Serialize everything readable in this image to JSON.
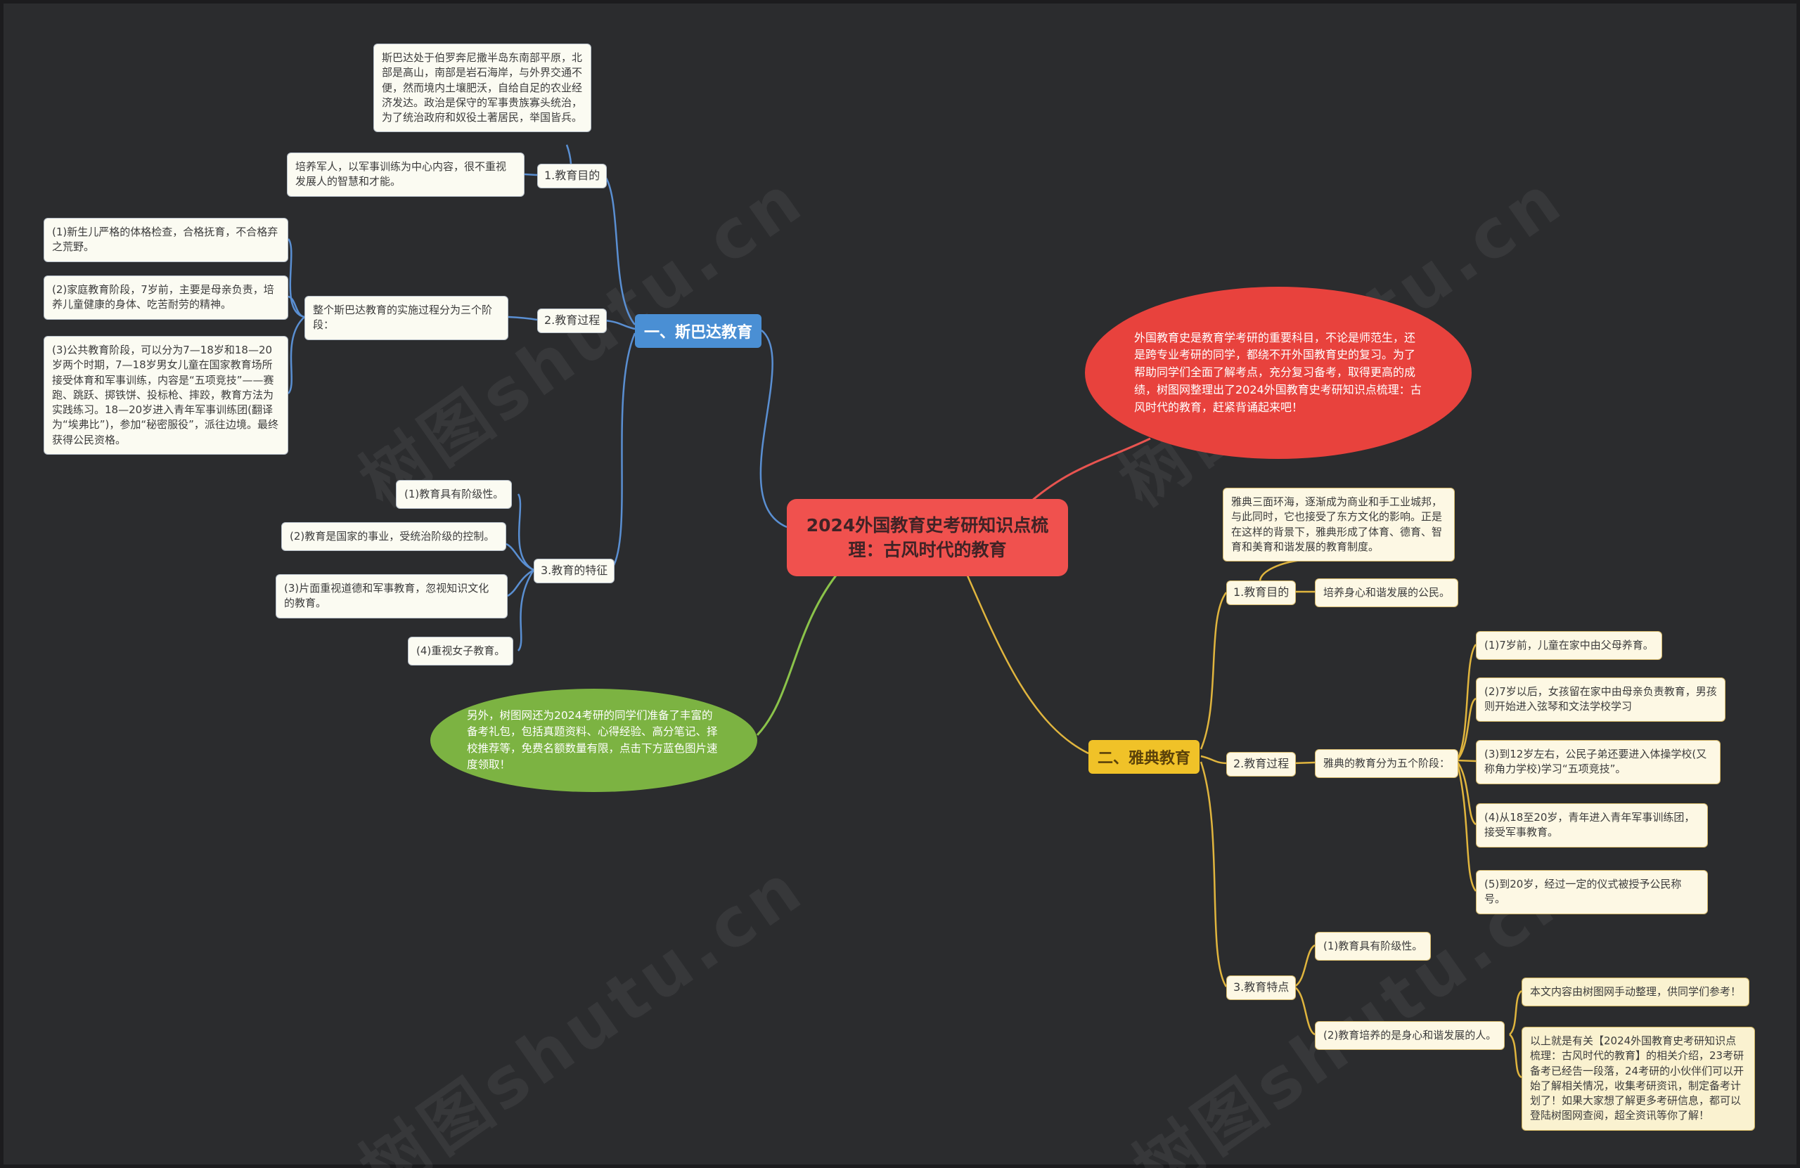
{
  "watermark": {
    "text": "树图shutu.cn"
  },
  "colors": {
    "background": "#2b2c2e",
    "center_red": "#f0514e",
    "intro_red": "#e8423d",
    "gift_green": "#7cb342",
    "sparta_blue": "#4a8fd4",
    "athens_yellow": "#f0c228"
  },
  "center_node": {
    "title": "2024外国教育史考研知识点梳理：古风时代的教育"
  },
  "intro_bubble": {
    "text": "外国教育史是教育学考研的重要科目，不论是师范生，还是跨专业考研的同学，都绕不开外国教育史的复习。为了帮助同学们全面了解考点，充分复习备考，取得更高的成绩，树图网整理出了2024外国教育史考研知识点梳理：古风时代的教育，赶紧背诵起来吧！"
  },
  "gift_bubble": {
    "text": "另外，树图网还为2024考研的同学们准备了丰富的备考礼包，包括真题资料、心得经验、高分笔记、择校推荐等，免费名额数量有限，点击下方蓝色图片速度领取！"
  },
  "sparta": {
    "title": "一、斯巴达教育",
    "background_note": "斯巴达处于伯罗奔尼撒半岛东南部平原，北部是高山，南部是岩石海岸，与外界交通不便，然而境内土壤肥沃，自给自足的农业经济发达。政治是保守的军事贵族寡头统治，为了统治政府和奴役土著居民，举国皆兵。",
    "goal_label": "1.教育目的",
    "goal_text": "培养军人，以军事训练为中心内容，很不重视发展人的智慧和才能。",
    "process_label": "2.教育过程",
    "process_intro": "整个斯巴达教育的实施过程分为三个阶段：",
    "process_stages": [
      "(1)新生儿严格的体格检查，合格抚育，不合格弃之荒野。",
      "(2)家庭教育阶段，7岁前，主要是母亲负责，培养儿童健康的身体、吃苦耐劳的精神。",
      "(3)公共教育阶段，可以分为7—18岁和18—20岁两个时期，7—18岁男女儿童在国家教育场所接受体育和军事训练，内容是“五项竞技”——赛跑、跳跃、掷铁饼、投标枪、摔跤，教育方法为实践练习。18—20岁进入青年军事训练团(翻译为“埃弗比”)，参加“秘密服役”，派往边境。最终获得公民资格。"
    ],
    "features_label": "3.教育的特征",
    "features": [
      "(1)教育具有阶级性。",
      "(2)教育是国家的事业，受统治阶级的控制。",
      "(3)片面重视道德和军事教育，忽视知识文化的教育。",
      "(4)重视女子教育。"
    ]
  },
  "athens": {
    "title": "二、雅典教育",
    "background_note": "雅典三面环海，逐渐成为商业和手工业城邦，与此同时，它也接受了东方文化的影响。正是在这样的背景下，雅典形成了体育、德育、智育和美育和谐发展的教育制度。",
    "goal_label": "1.教育目的",
    "goal_text": "培养身心和谐发展的公民。",
    "process_label": "2.教育过程",
    "process_intro": "雅典的教育分为五个阶段：",
    "process_stages": [
      "(1)7岁前，儿童在家中由父母养育。",
      "(2)7岁以后，女孩留在家中由母亲负责教育，男孩则开始进入弦琴和文法学校学习",
      "(3)到12岁左右，公民子弟还要进入体操学校(又称角力学校)学习“五项竞技”。",
      "(4)从18至20岁，青年进入青年军事训练团，接受军事教育。",
      "(5)到20岁，经过一定的仪式被授予公民称号。"
    ],
    "features_label": "3.教育特点",
    "features": [
      "(1)教育具有阶级性。",
      "(2)教育培养的是身心和谐发展的人。"
    ]
  },
  "notes": {
    "source": "本文内容由树图网手动整理，供同学们参考！",
    "outro": "以上就是有关【2024外国教育史考研知识点梳理：古风时代的教育】的相关介绍，23考研备考已经告一段落，24考研的小伙伴们可以开始了解相关情况，收集考研资讯，制定备考计划了！如果大家想了解更多考研信息，都可以登陆树图网查阅，超全资讯等你了解！"
  }
}
